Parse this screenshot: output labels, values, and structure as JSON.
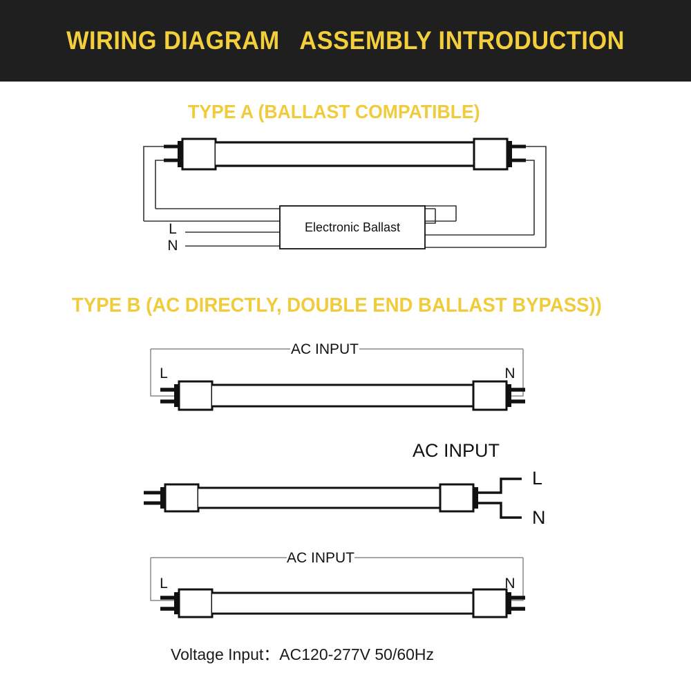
{
  "header": {
    "title": "WIRING DIAGRAM   ASSEMBLY INTRODUCTION",
    "background_color": "#1f1f1f",
    "text_color": "#f2cf3b"
  },
  "sections": [
    {
      "id": "type-a",
      "title": "TYPE A (BALLAST COMPATIBLE)",
      "title_color": "#f0cb3c",
      "ballast_label": "Electronic Ballast",
      "line_label": "L",
      "neutral_label": "N"
    },
    {
      "id": "type-b",
      "title": "TYPE B (AC DIRECTLY, DOUBLE END BALLAST BYPASS))",
      "title_color": "#f0cb3c",
      "diagrams": [
        {
          "id": "type-b1",
          "ac_input_label": "AC INPUT",
          "line_label": "L",
          "neutral_label": "N"
        },
        {
          "id": "type-b2",
          "ac_input_label": "AC INPUT",
          "line_label": "L",
          "neutral_label": "N"
        },
        {
          "id": "type-b3",
          "ac_input_label": "AC INPUT",
          "line_label": "L",
          "neutral_label": "N"
        }
      ]
    }
  ],
  "footer": {
    "voltage_note": "Voltage Input：AC120-277V 50/60Hz"
  },
  "colors": {
    "page_background": "#ffffff",
    "diagram_stroke": "#111111",
    "thin_wire": "#333333",
    "accent_yellow": "#f0cb3c",
    "header_background": "#1f1f1f"
  }
}
